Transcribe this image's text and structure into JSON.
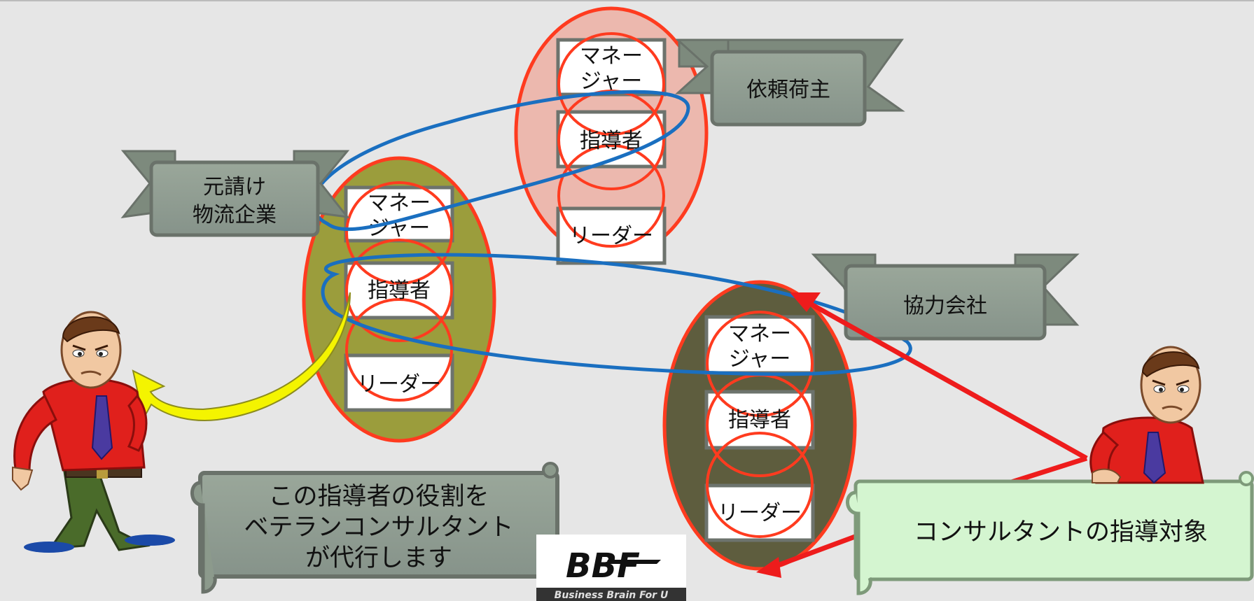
{
  "labels": {
    "client_shipper": "依頼荷主",
    "prime_contractor_line1": "元請け",
    "prime_contractor_line2": "物流企業",
    "partner_company": "協力会社",
    "veteran_banner_line1": "この指導者の役割を",
    "veteran_banner_line2": "ベテランコンサルタント",
    "veteran_banner_line3": "が代行します",
    "consultant_target": "コンサルタントの指導対象"
  },
  "roles": {
    "manager_line1": "マネー",
    "manager_line2": "ジャー",
    "instructor": "指導者",
    "leader": "リーダー"
  },
  "logo": {
    "mark": "BBF",
    "tagline": "Business Brain For U"
  },
  "colors": {
    "background": "#e6e6e6",
    "ribbon_fill": "#8c9a8c",
    "ribbon_stroke": "#6a726a",
    "ribbon_dark": "#707a70",
    "org_outline": "#ff3b1f",
    "prime_fill": "#9b9d3c",
    "client_fill": "#ecb8ae",
    "partner_fill": "#5e5d3e",
    "blue_loop": "#1a6fc0",
    "red_arrow": "#ee1c1c",
    "yellow_arrow": "#f4f400",
    "target_fill": "#d4f5d0"
  }
}
